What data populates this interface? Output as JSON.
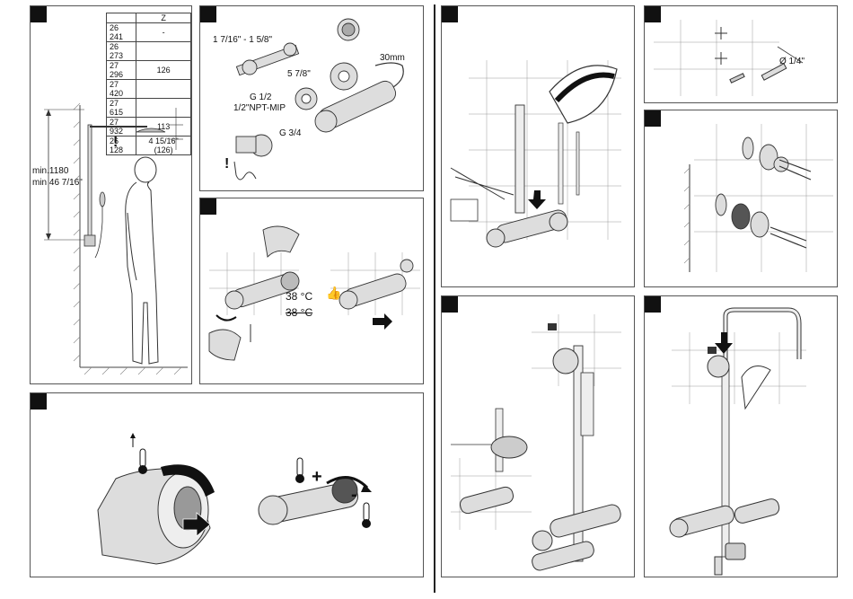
{
  "table": {
    "header": "Z",
    "rows": [
      {
        "model": "26 241",
        "z": "-"
      },
      {
        "model": "26 273",
        "z": ""
      },
      {
        "model": "27 296",
        "z": "126"
      },
      {
        "model": "27 420",
        "z": ""
      },
      {
        "model": "27 615",
        "z": ""
      },
      {
        "model": "27 932",
        "z": "113"
      },
      {
        "model": "26 128",
        "z": "4 15/16\" (126)"
      }
    ]
  },
  "dimensions": {
    "min_mm": "min.1180",
    "min_inch": "min 46 7/16\"",
    "span": "1 7/16\" - 1 5/8\"",
    "nut": "5 7/8\"",
    "wrench": "30mm",
    "g_half": "G 1/2",
    "npt": "1/2\"NPT-MIP",
    "g_three_quarter": "G 3/4",
    "drill": "Ø 1/4\""
  },
  "temperature": {
    "ok": "38 °C",
    "not_ok": "38 °C"
  },
  "symbols": {
    "plus": "+",
    "minus": "-",
    "warning": "!"
  }
}
